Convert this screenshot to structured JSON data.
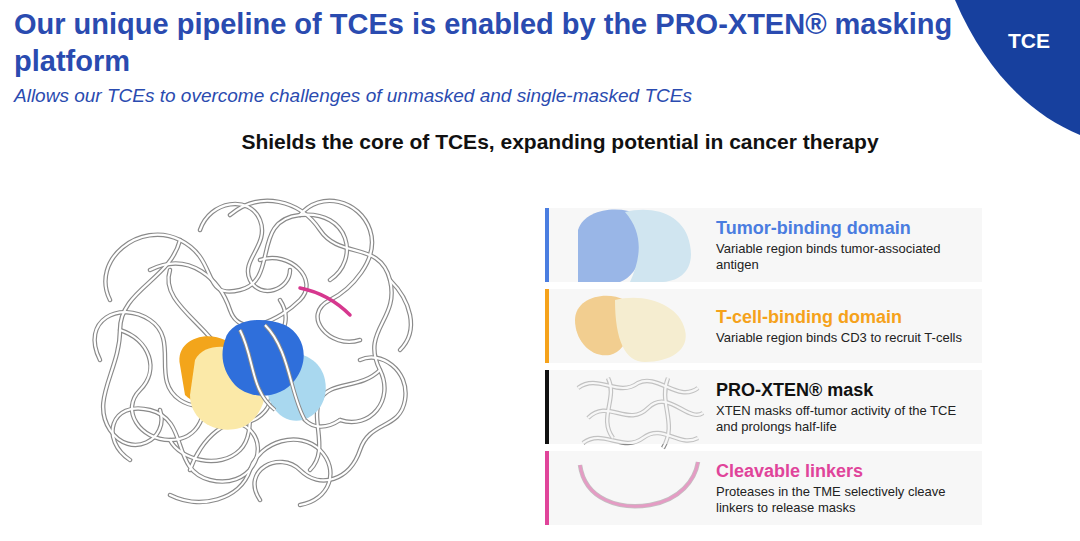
{
  "diagram": {
    "title": "Our unique pipeline of TCEs is enabled by the PRO-XTEN® masking platform",
    "nodes": [
      {
        "text": [
          "Tumor-binding domain",
          "Variable region binds tumor-associated antigen"
        ]
      },
      {
        "text": [
          "T-cell-binding domain",
          "Variable region binds CD3 to recruit T-cells"
        ]
      },
      {
        "text": [
          "PRO-XTEN® mask",
          "XTEN masks off-tumor activity of the TCE and prolongs half-life"
        ]
      },
      {
        "text": [
          "Cleavable linkers",
          "Proteases in the TME selectively cleave linkers to release masks"
        ]
      }
    ],
    "labels": [
      "Allows our TCEs to overcome challenges of unmasked and single-masked TCEs",
      "TCE",
      "Shields the core of TCEs, expanding potential in cancer therapy"
    ]
  }
}
